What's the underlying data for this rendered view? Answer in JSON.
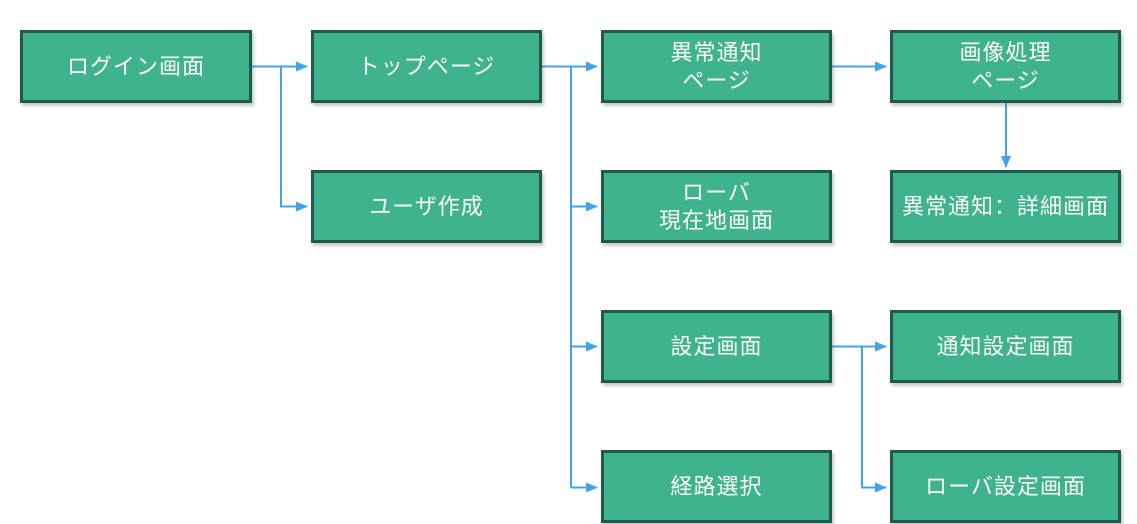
{
  "diagram": {
    "kind": "screen-transition-flowchart",
    "colors": {
      "node_fill": "#3FB390",
      "node_border": "#1E5949",
      "node_text": "#FDFAEF",
      "connector": "#42A3EC",
      "background": "#FFFFFF"
    },
    "nodes": {
      "login": {
        "label": "ログイン画面"
      },
      "top_page": {
        "label": "トップページ"
      },
      "user_create": {
        "label": "ユーザ作成"
      },
      "anomaly_page": {
        "label": "異常通知\nページ"
      },
      "rover_location": {
        "label": "ローバ\n現在地画面"
      },
      "settings": {
        "label": "設定画面"
      },
      "route_select": {
        "label": "経路選択"
      },
      "image_processing": {
        "label": "画像処理\nページ"
      },
      "anomaly_detail": {
        "label": "異常通知：詳細画面"
      },
      "notify_settings": {
        "label": "通知設定画面"
      },
      "rover_settings": {
        "label": "ローバ設定画面"
      }
    },
    "edges": [
      {
        "from": "ログイン画面",
        "to": "トップページ"
      },
      {
        "from": "ログイン画面",
        "to": "ユーザ作成"
      },
      {
        "from": "トップページ",
        "to": "異常通知ページ"
      },
      {
        "from": "トップページ",
        "to": "ローバ現在地画面"
      },
      {
        "from": "トップページ",
        "to": "設定画面"
      },
      {
        "from": "トップページ",
        "to": "経路選択"
      },
      {
        "from": "異常通知ページ",
        "to": "画像処理ページ"
      },
      {
        "from": "画像処理ページ",
        "to": "異常通知：詳細画面"
      },
      {
        "from": "設定画面",
        "to": "通知設定画面"
      },
      {
        "from": "設定画面",
        "to": "ローバ設定画面"
      }
    ]
  }
}
